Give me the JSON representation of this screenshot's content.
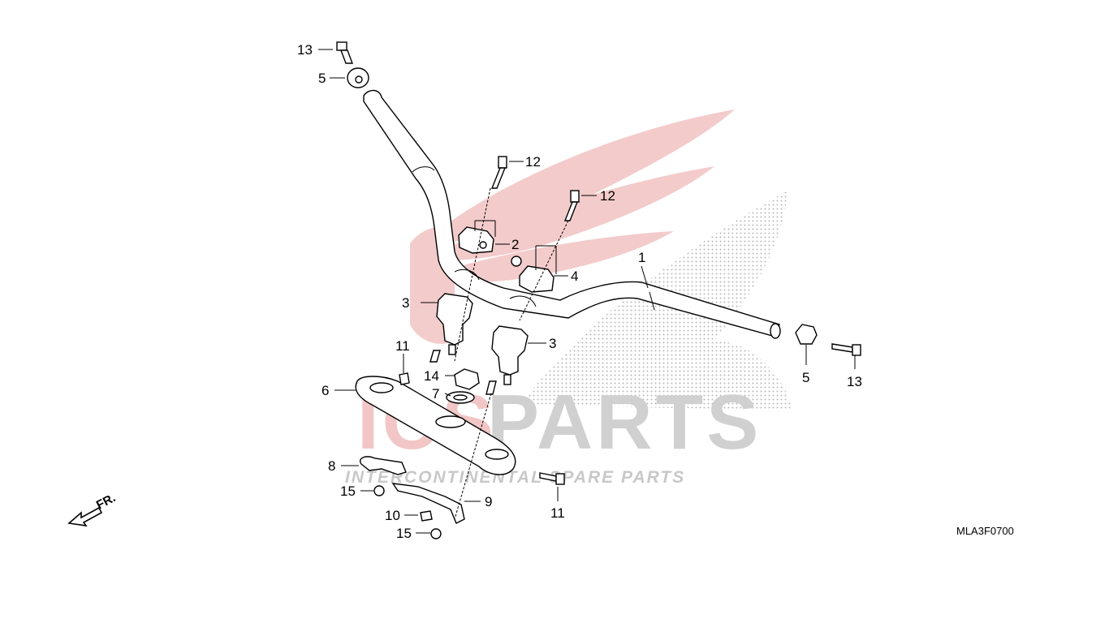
{
  "diagram_code": "MLA3F0700",
  "front_label": "FR.",
  "watermark": {
    "brand": "PARTS",
    "brand_prefix": "ICS",
    "tagline": "INTERCONTINENTAL SPARE PARTS"
  },
  "callouts": [
    {
      "id": "c13a",
      "text": "13"
    },
    {
      "id": "c5a",
      "text": "5"
    },
    {
      "id": "c12a",
      "text": "12"
    },
    {
      "id": "c12b",
      "text": "12"
    },
    {
      "id": "c2",
      "text": "2"
    },
    {
      "id": "c4",
      "text": "4"
    },
    {
      "id": "c1",
      "text": "1"
    },
    {
      "id": "c3a",
      "text": "3"
    },
    {
      "id": "c3b",
      "text": "3"
    },
    {
      "id": "c11a",
      "text": "11"
    },
    {
      "id": "c14",
      "text": "14"
    },
    {
      "id": "c7",
      "text": "7"
    },
    {
      "id": "c6",
      "text": "6"
    },
    {
      "id": "c5b",
      "text": "5"
    },
    {
      "id": "c13b",
      "text": "13"
    },
    {
      "id": "c8",
      "text": "8"
    },
    {
      "id": "c15a",
      "text": "15"
    },
    {
      "id": "c9",
      "text": "9"
    },
    {
      "id": "c10",
      "text": "10"
    },
    {
      "id": "c11b",
      "text": "11"
    },
    {
      "id": "c15b",
      "text": "15"
    }
  ]
}
